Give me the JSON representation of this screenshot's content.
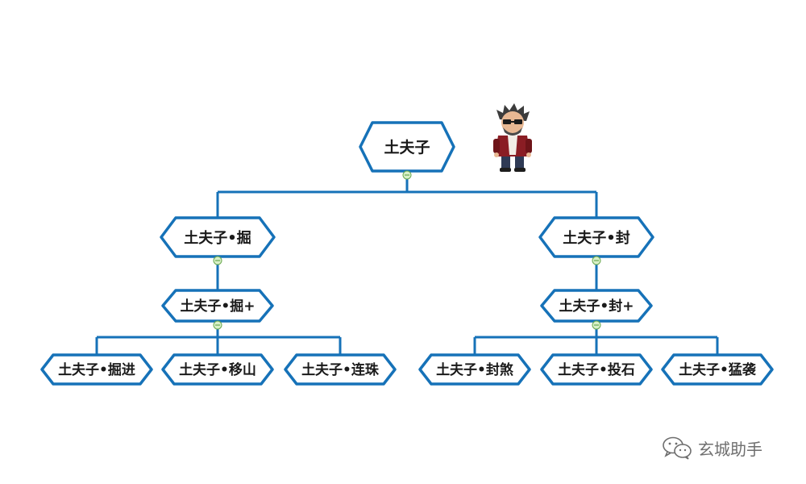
{
  "colors": {
    "border": "#1672b8",
    "line": "#1672b8",
    "collapse_fill": "#d9f0c8",
    "collapse_stroke": "#6aa84f",
    "watermark": "#6e6e6e"
  },
  "nodes": {
    "root": "土夫子",
    "branch_left": "土夫子•掘",
    "branch_right": "土夫子•封",
    "left_plus": "土夫子•掘+",
    "right_plus": "土夫子•封+",
    "left_leaf_1": "土夫子•掘进",
    "left_leaf_2": "土夫子•移山",
    "left_leaf_3": "土夫子•连珠",
    "right_leaf_1": "土夫子•封煞",
    "right_leaf_2": "土夫子•投石",
    "right_leaf_3": "土夫子•猛袭"
  },
  "watermark": {
    "icon": "wechat-icon",
    "text": "玄城助手"
  },
  "avatar": {
    "icon": "character-sprite-icon"
  }
}
